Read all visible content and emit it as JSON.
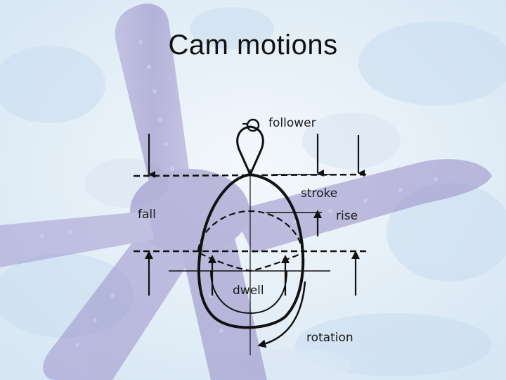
{
  "slide": {
    "title": "Cam motions"
  },
  "diagram": {
    "labels": {
      "follower": "follower",
      "stroke": "stroke",
      "fall": "fall",
      "rise": "rise",
      "dwell": "dwell",
      "rotation": "rotation"
    }
  },
  "colors": {
    "background": "#e8f1f9",
    "starfish": "#8f86c2",
    "starfish_highlight": "#b5addb",
    "ink": "#111111"
  }
}
